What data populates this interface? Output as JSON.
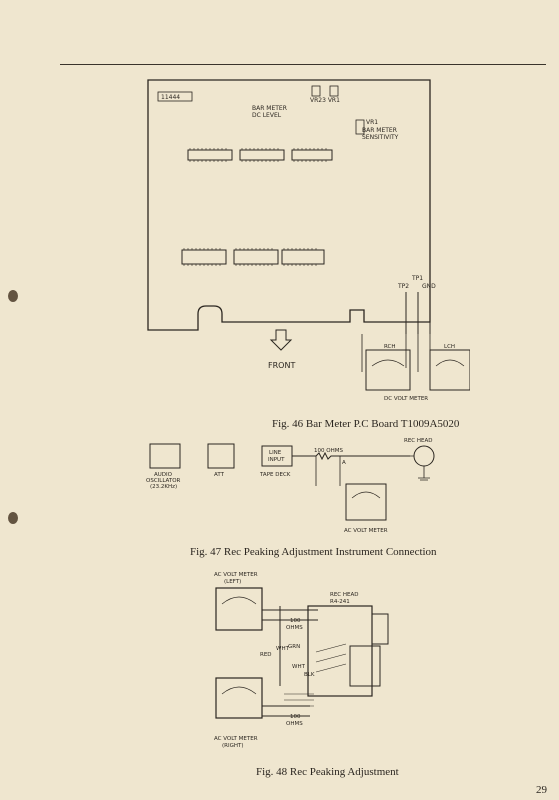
{
  "fig46": {
    "caption": "Fig. 46  Bar Meter P.C Board T1009A5020",
    "board_id": "11444",
    "bar_meter_label_line1": "BAR METER",
    "bar_meter_label_line2": "DC LEVEL",
    "vr_labels": "VR23  VR1",
    "vr1_label": "VR1",
    "sensitivity_line1": "BAR METER",
    "sensitivity_line2": "SENSITIVITY",
    "tp_label": "TP1",
    "tp2_label": "TP2",
    "gnd_label": "GND",
    "front_label": "FRONT",
    "meter_left_label": "RCH",
    "meter_right_label": "LCH",
    "dc_volt_meter": "DC VOLT METER"
  },
  "fig47": {
    "caption": "Fig. 47  Rec Peaking Adjustment Instrument Connection",
    "audio_oscillator_line1": "AUDIO",
    "audio_oscillator_line2": "OSCILLATOR",
    "audio_oscillator_line3": "(23.2KHz)",
    "att": "ATT",
    "line_input_line1": "LINE",
    "line_input_line2": "INPUT",
    "tape_deck": "TAPE DECK",
    "ohms": "100 OHMS",
    "point_a": "A",
    "rec_head": "REC HEAD",
    "ac_volt_meter": "AC VOLT METER"
  },
  "fig48": {
    "caption": "Fig. 48  Rec Peaking Adjustment",
    "ac_volt_meter_left_line1": "AC VOLT METER",
    "ac_volt_meter_left_line2": "(LEFT)",
    "ac_volt_meter_right_line1": "AC VOLT METER",
    "ac_volt_meter_right_line2": "(RIGHT)",
    "rec_head_line1": "REC HEAD",
    "rec_head_line2": "R4-241",
    "ohms_top_line1": "100",
    "ohms_top_line2": "OHMS",
    "ohms_bottom_line1": "100",
    "ohms_bottom_line2": "OHMS",
    "red": "RED",
    "wht": "WHT",
    "grn": "GRN",
    "wht2": "WHT",
    "blk": "BLK"
  },
  "page_number": "29",
  "colors": {
    "paper": "#efe6cf",
    "ink": "#2b2620",
    "hole": "#4a3a28"
  }
}
